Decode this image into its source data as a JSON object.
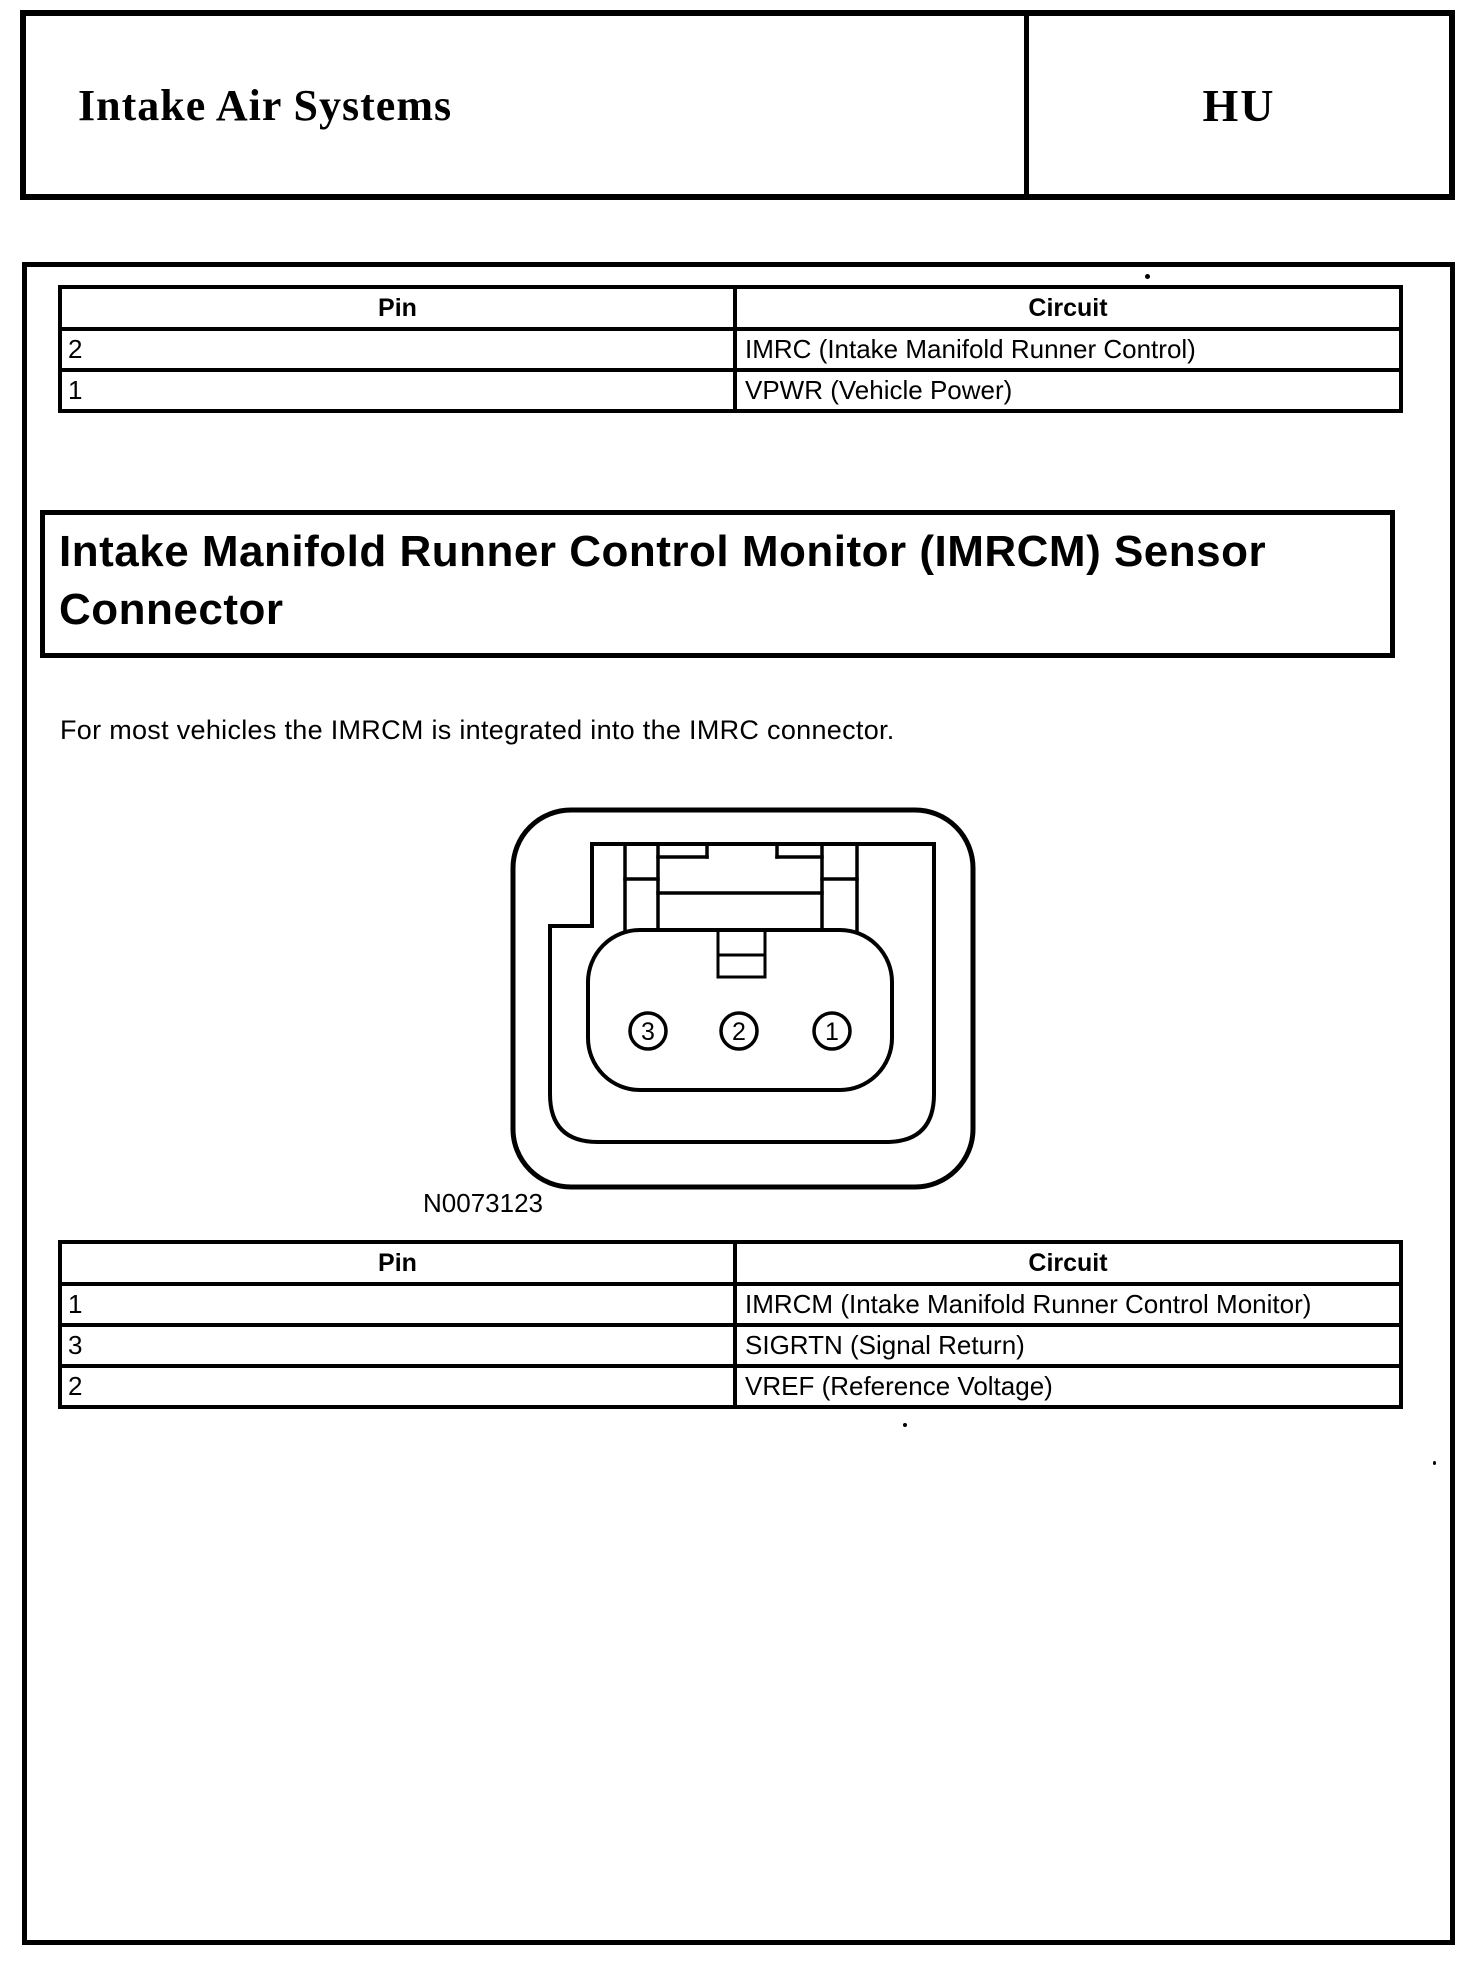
{
  "header": {
    "title": "Intake Air Systems",
    "code": "HU"
  },
  "table1": {
    "headers": {
      "pin": "Pin",
      "circuit": "Circuit"
    },
    "rows": [
      {
        "pin": "2",
        "circuit": "IMRC (Intake Manifold Runner Control)"
      },
      {
        "pin": "1",
        "circuit": "VPWR (Vehicle Power)"
      }
    ]
  },
  "section_heading": "Intake Manifold Runner Control Monitor (IMRCM) Sensor Connector",
  "intro_text": "For most vehicles the IMRCM is integrated into the IMRC connector.",
  "diagram": {
    "figure_id": "N0073123",
    "pin_labels": [
      "3",
      "2",
      "1"
    ]
  },
  "table2": {
    "headers": {
      "pin": "Pin",
      "circuit": "Circuit"
    },
    "rows": [
      {
        "pin": "1",
        "circuit": "IMRCM (Intake Manifold Runner Control Monitor)"
      },
      {
        "pin": "3",
        "circuit": "SIGRTN (Signal Return)"
      },
      {
        "pin": "2",
        "circuit": "VREF (Reference Voltage)"
      }
    ]
  },
  "colors": {
    "ink": "#000000",
    "paper": "#ffffff"
  }
}
